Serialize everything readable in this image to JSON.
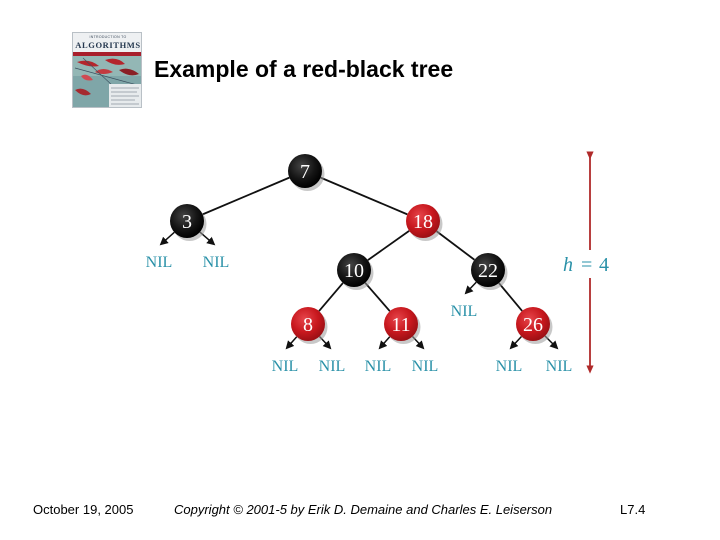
{
  "slide": {
    "title": "Example of a red-black tree"
  },
  "book_cover": {
    "small_text": "INTRODUCTION TO",
    "title": "ALGORITHMS"
  },
  "tree": {
    "colors": {
      "red": "#c8181e",
      "black": "#111111",
      "nil_text": "#2a91a8",
      "height_marker": "#b02a2a"
    },
    "nodes": [
      {
        "key": "7",
        "color": "black"
      },
      {
        "key": "3",
        "color": "black"
      },
      {
        "key": "18",
        "color": "red"
      },
      {
        "key": "10",
        "color": "black"
      },
      {
        "key": "22",
        "color": "black"
      },
      {
        "key": "8",
        "color": "red"
      },
      {
        "key": "11",
        "color": "red"
      },
      {
        "key": "26",
        "color": "red"
      }
    ],
    "edges": [
      [
        "7",
        "3"
      ],
      [
        "7",
        "18"
      ],
      [
        "18",
        "10"
      ],
      [
        "18",
        "22"
      ],
      [
        "10",
        "8"
      ],
      [
        "10",
        "11"
      ],
      [
        "22",
        "26"
      ]
    ],
    "nil_label": "NIL",
    "nil_count": 9,
    "height_label": {
      "variable": "h",
      "equals": "=",
      "value": "4"
    }
  },
  "footer": {
    "date": "October 19, 2005",
    "copyright": "Copyright © 2001-5 by Erik D. Demaine and Charles E. Leiserson",
    "page": "L7.4"
  }
}
